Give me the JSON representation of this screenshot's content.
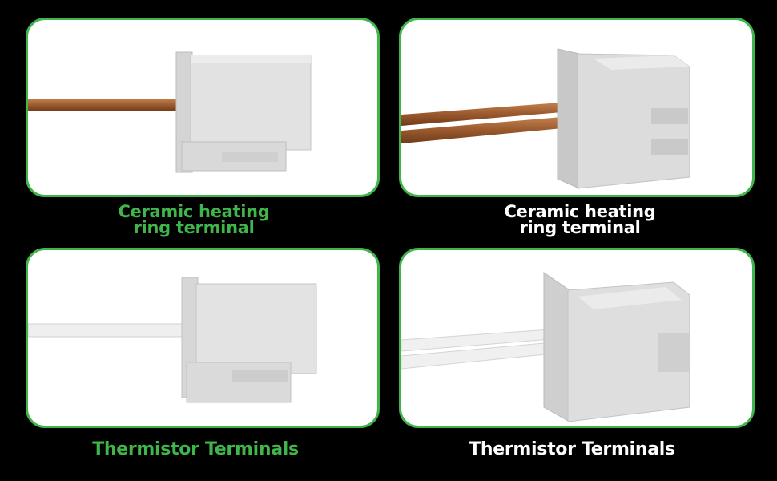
{
  "colors": {
    "accent_green": "#3fb54a",
    "background": "#000000",
    "panel": "#ffffff",
    "connector": "#dcdcdc",
    "copper_wire": "#9b5a2e"
  },
  "panels": [
    {
      "caption_line1": "Ceramic heating",
      "caption_line2": "ring terminal",
      "caption_color": "green",
      "wire": "copper-wire"
    },
    {
      "caption_line1": "Ceramic heating",
      "caption_line2": "ring terminal",
      "caption_color": "white",
      "wire": "copper-wire"
    },
    {
      "caption_line1": "Thermistor Terminals",
      "caption_color": "green",
      "wire": "white-wire"
    },
    {
      "caption_line1": "Thermistor Terminals",
      "caption_color": "white",
      "wire": "white-wire"
    }
  ]
}
